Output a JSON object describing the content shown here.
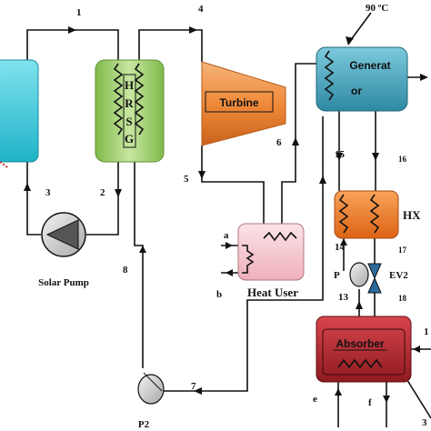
{
  "components": {
    "hrsg": [
      "H",
      "R",
      "S",
      "G"
    ],
    "turbine": "Turbine",
    "generator": [
      "Generat",
      "or"
    ],
    "generator_temp": "90 ºC",
    "hx": "HX",
    "heat_user": "Heat User",
    "absorber": "Absorber",
    "solar_pump": "Solar Pump",
    "p2": "P2",
    "p": "P",
    "ev2": "EV2"
  },
  "state_points": {
    "s1": "1",
    "s2": "2",
    "s3": "3",
    "s4": "4",
    "s5": "5",
    "s6": "6",
    "s7": "7",
    "s8": "8",
    "s13": "13",
    "s14": "14",
    "s15": "15",
    "s16": "16",
    "s17": "17",
    "s18": "18",
    "a": "a",
    "b": "b",
    "e": "e",
    "f": "f",
    "edge_1": "1",
    "edge_3": "3"
  },
  "colors": {
    "collector": "#2ec4d6",
    "hrsg": "#9ccb6a",
    "turbine": "#f08a3a",
    "generator": "#3a9db8",
    "hx": "#f07a22",
    "heat_user": "#f6c8d0",
    "absorber": "#b0262d"
  }
}
